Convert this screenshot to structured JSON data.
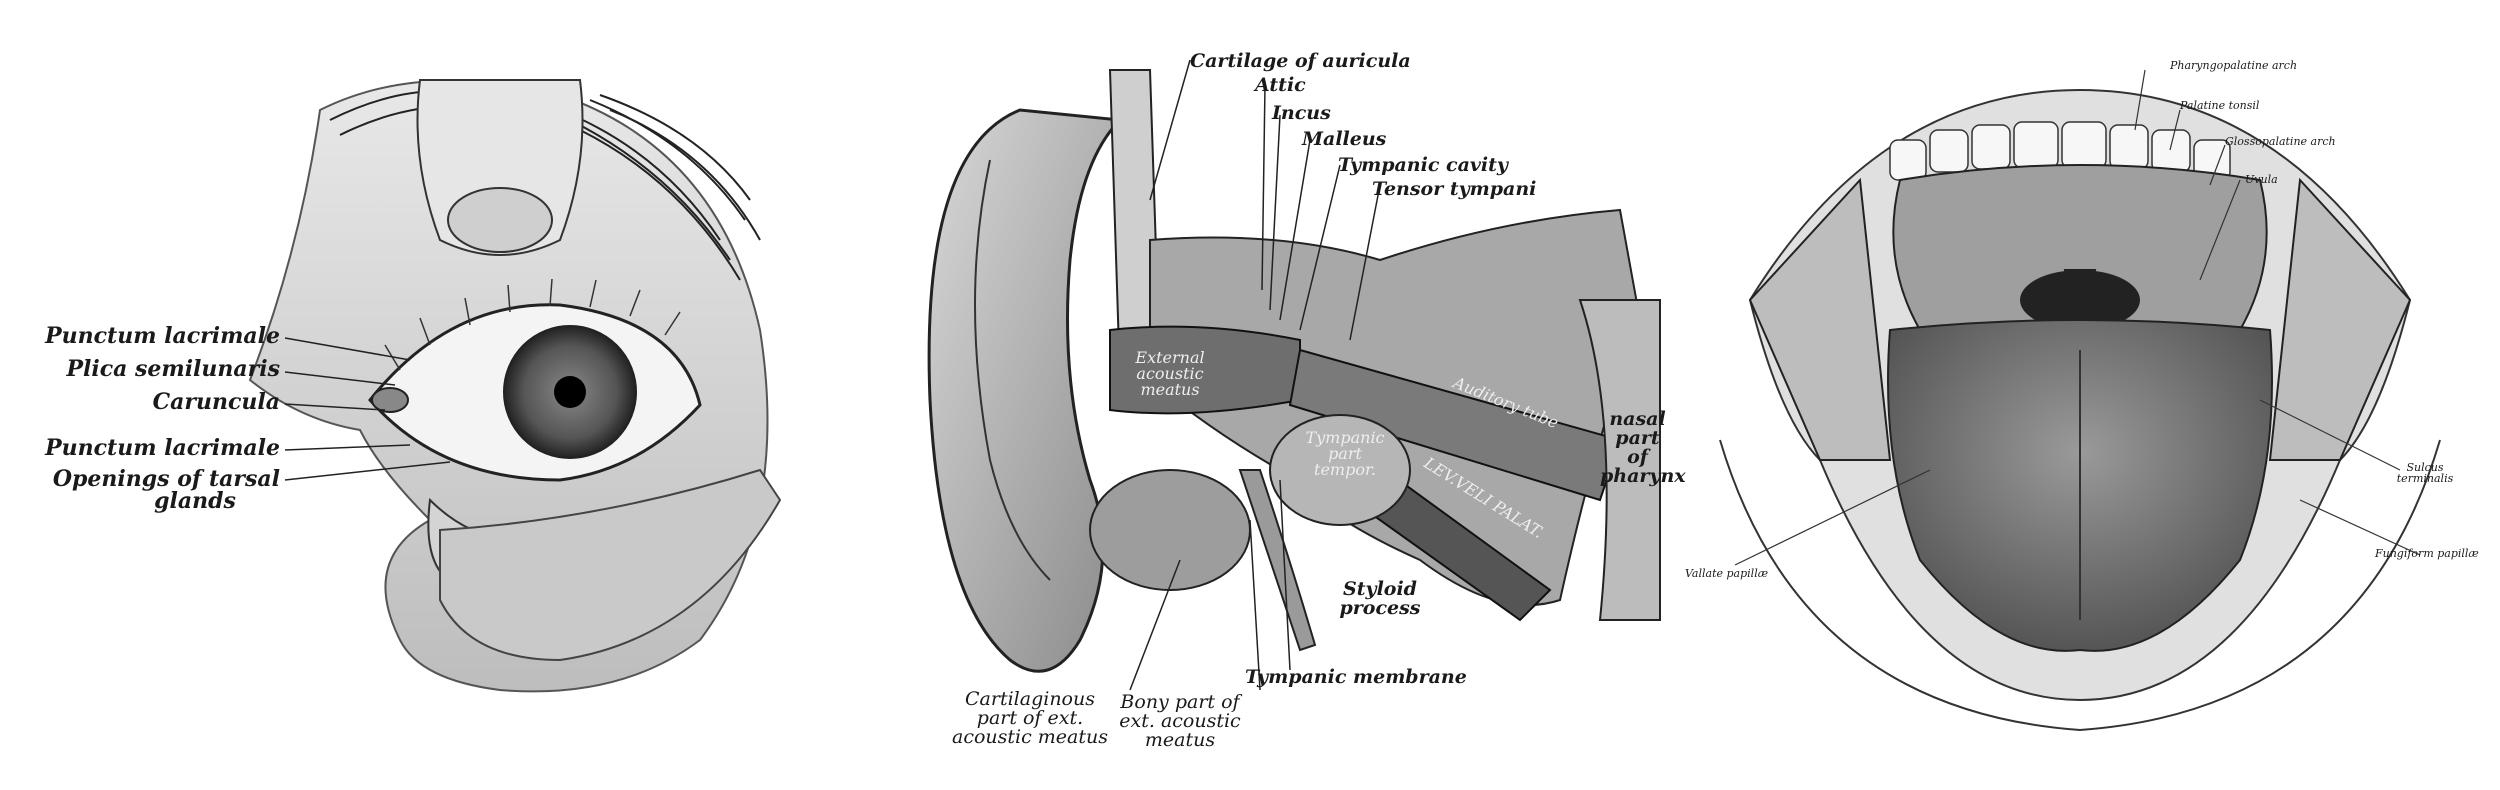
{
  "eye": {
    "labels": [
      "Punctum lacrimale",
      "Plica semilunaris",
      "Caruncula",
      "Punctum lacrimale",
      "Openings of tarsal",
      "glands"
    ]
  },
  "ear": {
    "labels": {
      "cartilage_auricula": "Cartilage of auricula",
      "attic": "Attic",
      "incus": "Incus",
      "malleus": "Malleus",
      "tympanic_cavity": "Tympanic cavity",
      "tensor_tympani": "Tensor tympani",
      "external_meatus_1": "External",
      "external_meatus_2": "acoustic",
      "external_meatus_3": "meatus",
      "auditory_tube": "Auditory tube",
      "levator_palat": "LEV.VELI PALAT.",
      "nasal_part_1": "nasal",
      "nasal_part_2": "part",
      "nasal_part_3": "of",
      "nasal_part_4": "pharynx",
      "tympanic_part_1": "Tympanic",
      "tympanic_part_2": "part",
      "tympanic_part_3": "tempor.",
      "styloid_1": "Styloid",
      "styloid_2": "process",
      "tympanic_membrane": "Tympanic membrane",
      "cartilaginous_1": "Cartilaginous",
      "cartilaginous_2": "part of ext.",
      "cartilaginous_3": "acoustic meatus",
      "bony_1": "Bony part of",
      "bony_2": "ext. acoustic",
      "bony_3": "meatus"
    }
  },
  "mouth": {
    "labels": {
      "pharyngopalatine": "Pharyngopalatine arch",
      "palatine_tonsil": "Palatine tonsil",
      "glossopalatine": "Glossopalatine arch",
      "uvula": "Uvula",
      "vallate": "Vallate papillæ",
      "fungiform": "Fungiform papillæ",
      "sulcus_1": "Sulcus",
      "sulcus_2": "terminalis"
    }
  }
}
